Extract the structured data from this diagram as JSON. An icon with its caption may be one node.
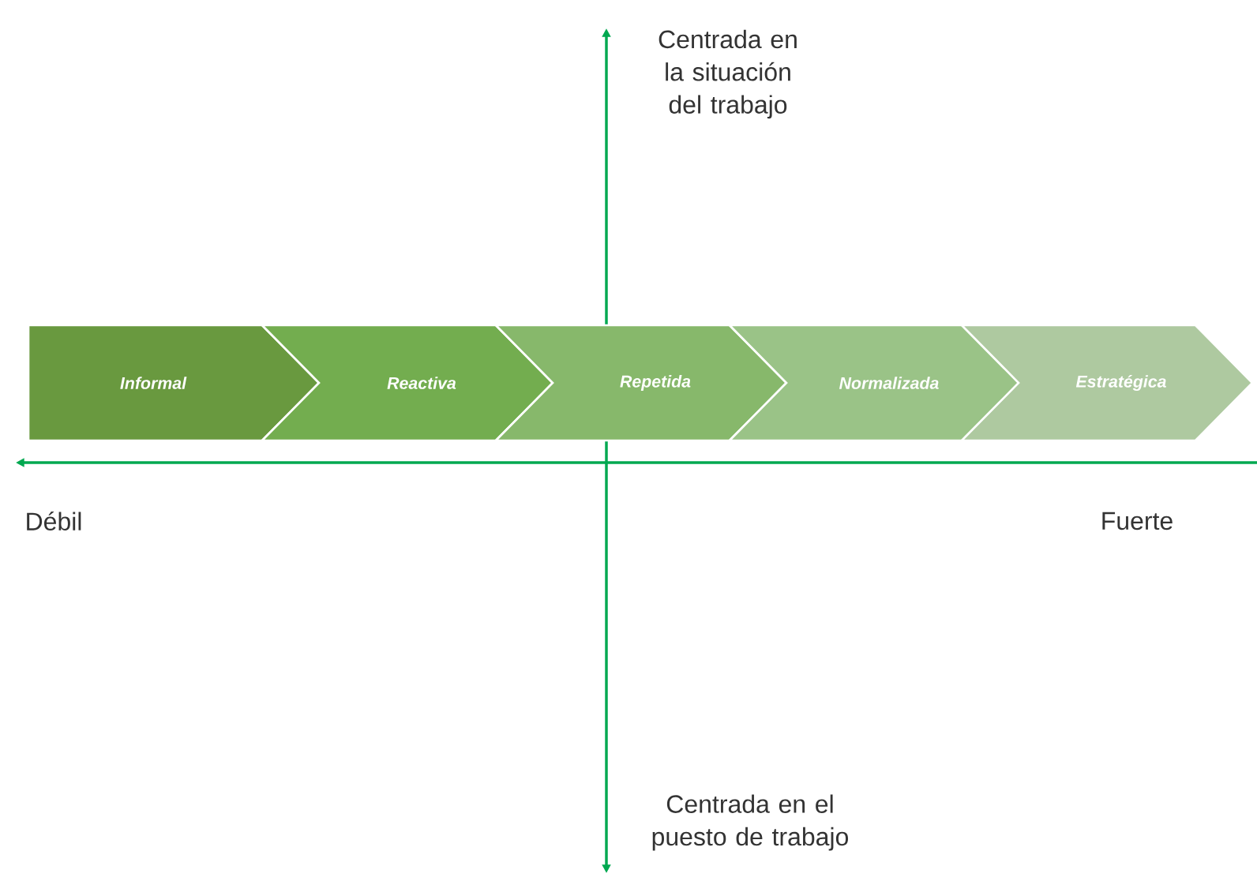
{
  "diagram": {
    "nodes": [
      {
        "text": [
          "Informal"
        ]
      },
      {
        "text": [
          "Reactiva"
        ]
      },
      {
        "text": [
          "Repetida"
        ]
      },
      {
        "text": [
          "Normalizada"
        ]
      },
      {
        "text": [
          "Estratégica"
        ]
      }
    ],
    "labels": [
      "Centrada en la situación del trabajo",
      "Débil",
      "Fuerte",
      "Centrada en el puesto de trabajo"
    ]
  }
}
